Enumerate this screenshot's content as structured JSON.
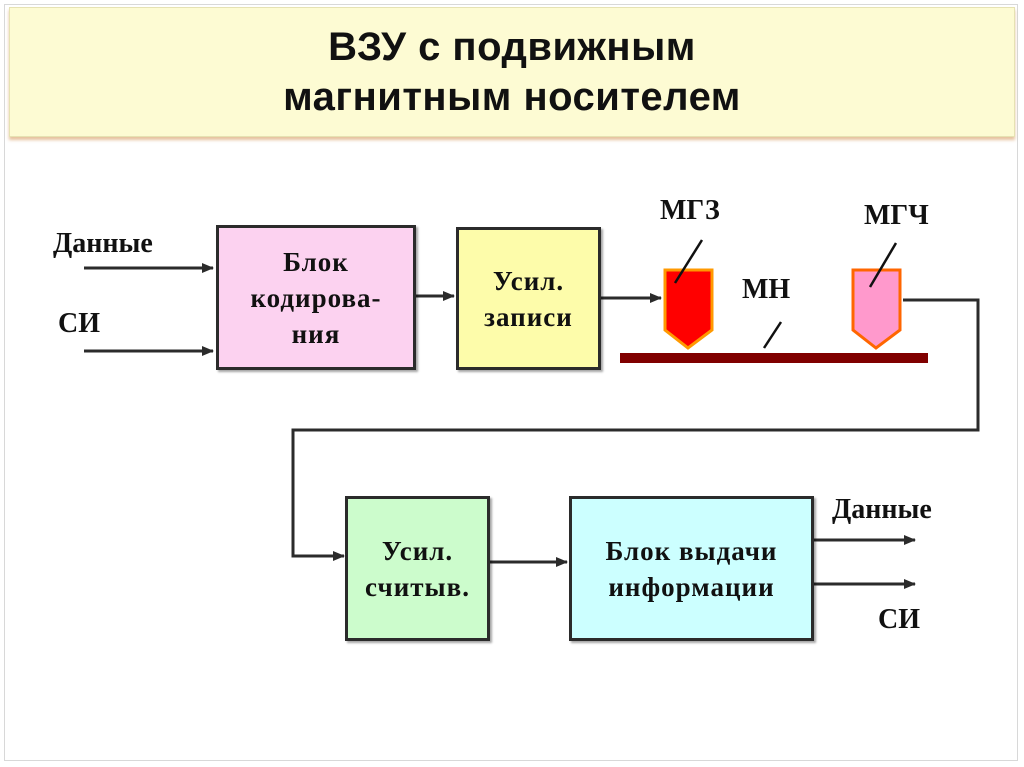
{
  "title": {
    "line1": "ВЗУ с подвижным",
    "line2": "магнитным носителем"
  },
  "blocks": {
    "coding": {
      "label": "Блок\nкодирова-\nния",
      "color": "#fcd2f0"
    },
    "write_amp": {
      "label": "Усил.\nзаписи",
      "color": "#fdfcaa"
    },
    "read_amp": {
      "label": "Усил.\nсчитыв.",
      "color": "#ccfccc"
    },
    "output": {
      "label": "Блок выдачи\nинформации",
      "color": "#ccffff"
    }
  },
  "labels": {
    "input_data": "Данные",
    "input_si": "СИ",
    "write_head": "МГЗ",
    "read_head": "МГЧ",
    "medium": "МН",
    "output_data": "Данные",
    "output_si": "СИ"
  },
  "colors": {
    "write_head": "#ff0000",
    "write_head_outline": "#ff9900",
    "read_head": "#ff99cc",
    "read_head_outline": "#ff6600",
    "medium": "#800000",
    "wire": "#2b2b2b"
  }
}
